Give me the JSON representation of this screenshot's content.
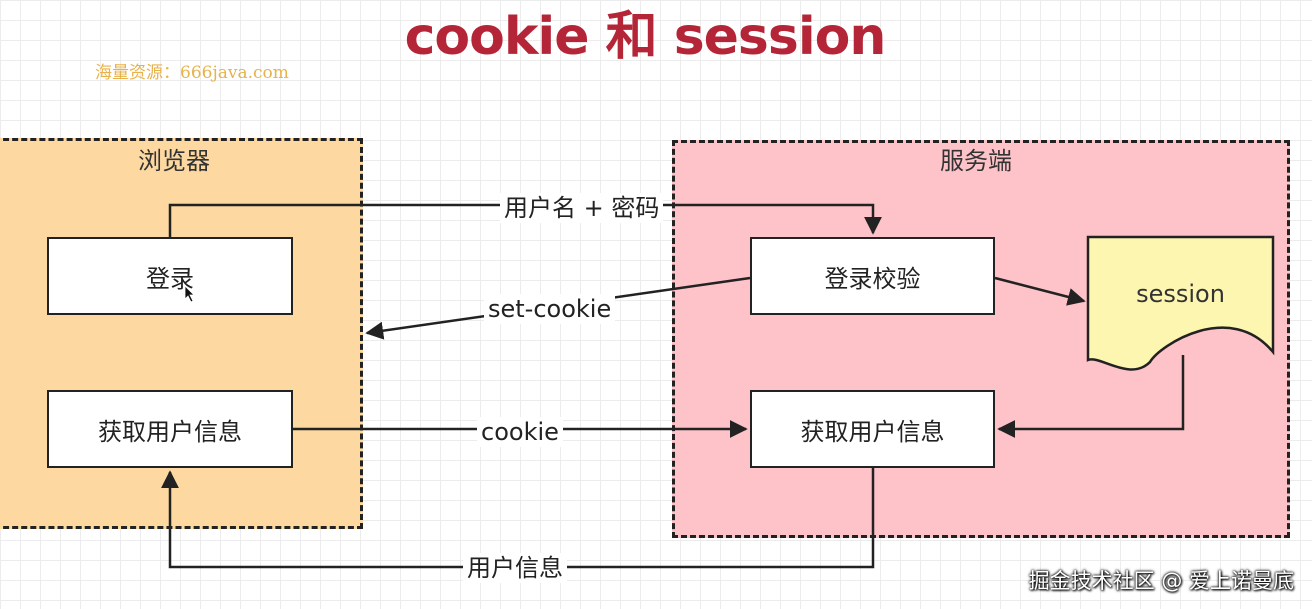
{
  "title": "cookie 和 session",
  "watermark": "海量资源：666java.com",
  "groups": {
    "browser": {
      "label": "浏览器"
    },
    "server": {
      "label": "服务端"
    }
  },
  "nodes": {
    "login": "登录",
    "browser_get_user": "获取用户信息",
    "login_check": "登录校验",
    "server_get_user": "获取用户信息",
    "session": "session"
  },
  "edges": {
    "credentials": "用户名 + 密码",
    "set_cookie": "set-cookie",
    "cookie": "cookie",
    "user_info": "用户信息"
  },
  "footer": "掘金技术社区 @ 爱上诺曼底",
  "colors": {
    "title": "#b52538",
    "browser_fill": "#fdd9a1",
    "server_fill": "#fec3c8",
    "session_fill": "#fdf6b0"
  }
}
